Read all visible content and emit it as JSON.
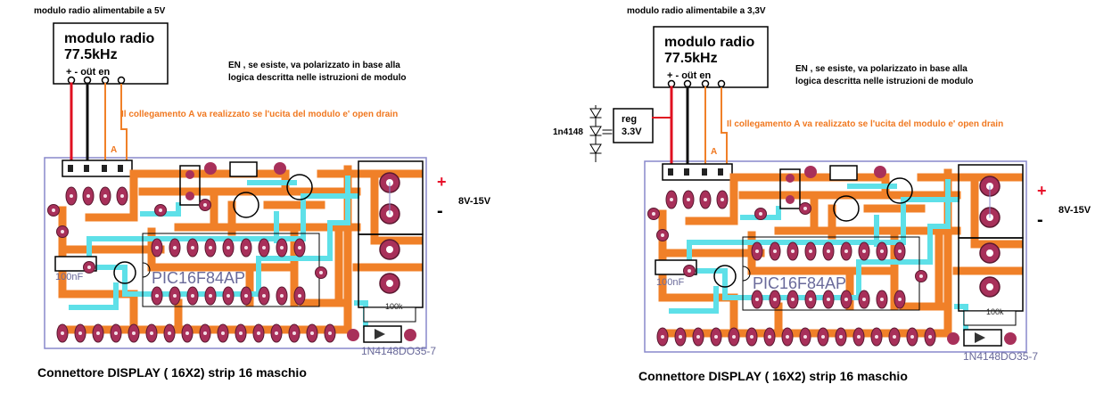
{
  "left": {
    "header": "modulo radio alimentabile a 5V",
    "module_title": "modulo radio",
    "module_freq": "77.5kHz",
    "module_pins": "+   -   oüt  en",
    "en_note_1": "EN , se esiste, va polarizzato in base alla",
    "en_note_2": "logica descritta nelle istruzioni de modulo",
    "open_drain_note": "Il collegamento A va realizzato se l'ucita del modulo e' open drain",
    "link_label": "A",
    "supply_plus": "+",
    "supply_minus": "-",
    "supply_voltage": "8V-15V",
    "chip_label": "PIC16F84AP",
    "cap_label": "100nF",
    "resistor_label": "100k",
    "diode_label": "1N4148DO35-7",
    "connector_caption": "Connettore DISPLAY ( 16X2) strip 16 maschio"
  },
  "right": {
    "header": "modulo radio alimentabile a 3,3V",
    "module_title": "modulo radio",
    "module_freq": "77.5kHz",
    "module_pins": "+   -   oüt  en",
    "en_note_1": "EN , se esiste, va polarizzato in base alla",
    "en_note_2": "logica descritta nelle istruzioni de modulo",
    "open_drain_note": "Il collegamento A va realizzato se l'ucita del modulo e' open drain",
    "link_label": "A",
    "reg_label_1": "reg",
    "reg_label_2": "3.3V",
    "diode_side_label": "1n4148",
    "supply_plus": "+",
    "supply_minus": "-",
    "supply_voltage": "8V-15V",
    "chip_label": "PIC16F84AP",
    "cap_label": "100nF",
    "resistor_label": "100k",
    "diode_label": "1N4148DO35-7",
    "connector_caption": "Connettore DISPLAY ( 16X2) strip 16 maschio"
  },
  "colors": {
    "trace_orange": "#f08028",
    "trace_cyan": "#5ee0e8",
    "pad": "#a8305a",
    "wire_red": "#e01020",
    "wire_black": "#101010",
    "wire_orange": "#f08028"
  }
}
